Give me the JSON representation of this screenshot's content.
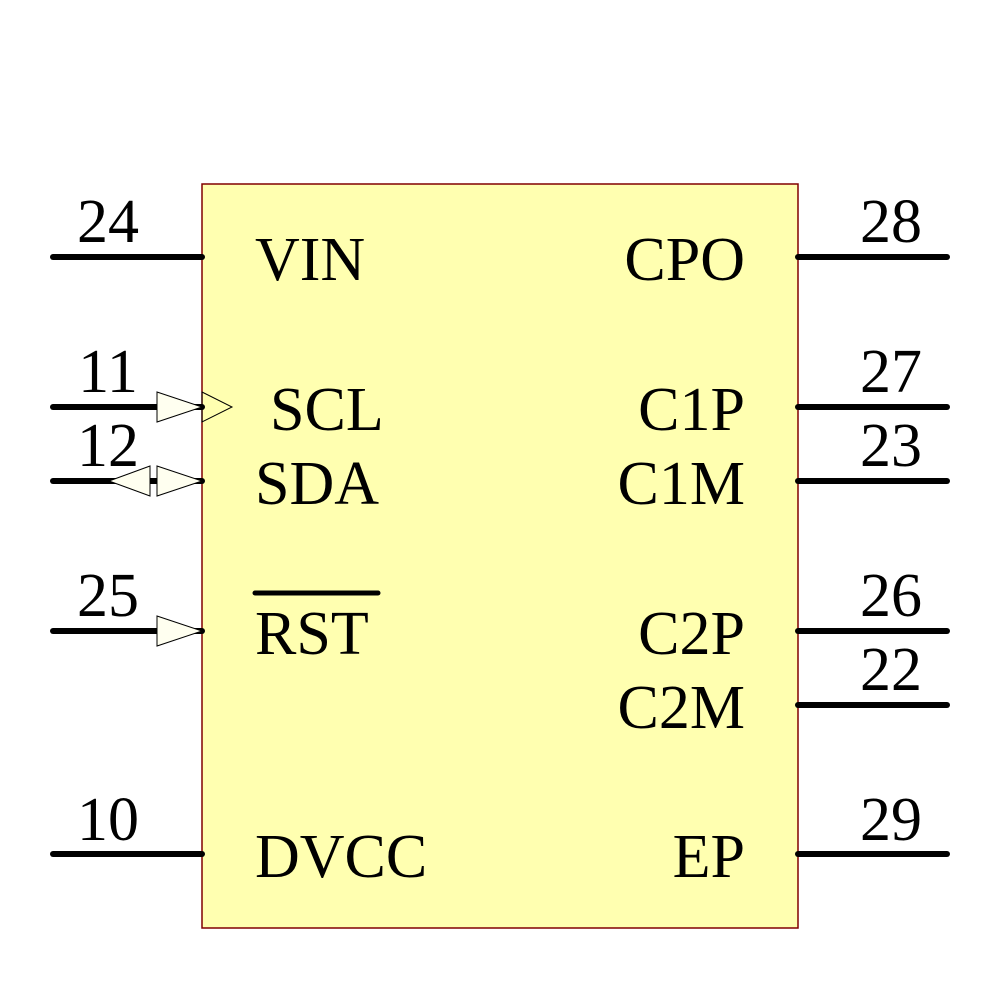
{
  "component": {
    "body_fill": "#ffffb0",
    "body_stroke": "#800000",
    "pin_color": "#000000",
    "left_pins": [
      {
        "number": "24",
        "name": "VIN",
        "type": "passive"
      },
      {
        "number": "11",
        "name": "SCL",
        "type": "input"
      },
      {
        "number": "12",
        "name": "SDA",
        "type": "bidirectional"
      },
      {
        "number": "25",
        "name": "RST",
        "type": "input",
        "active_low": true
      },
      {
        "number": "10",
        "name": "DVCC",
        "type": "passive"
      }
    ],
    "right_pins": [
      {
        "number": "28",
        "name": "CPO",
        "type": "passive"
      },
      {
        "number": "27",
        "name": "C1P",
        "type": "passive"
      },
      {
        "number": "23",
        "name": "C1M",
        "type": "passive"
      },
      {
        "number": "26",
        "name": "C2P",
        "type": "passive"
      },
      {
        "number": "22",
        "name": "C2M",
        "type": "passive"
      },
      {
        "number": "29",
        "name": "EP",
        "type": "passive"
      }
    ]
  }
}
